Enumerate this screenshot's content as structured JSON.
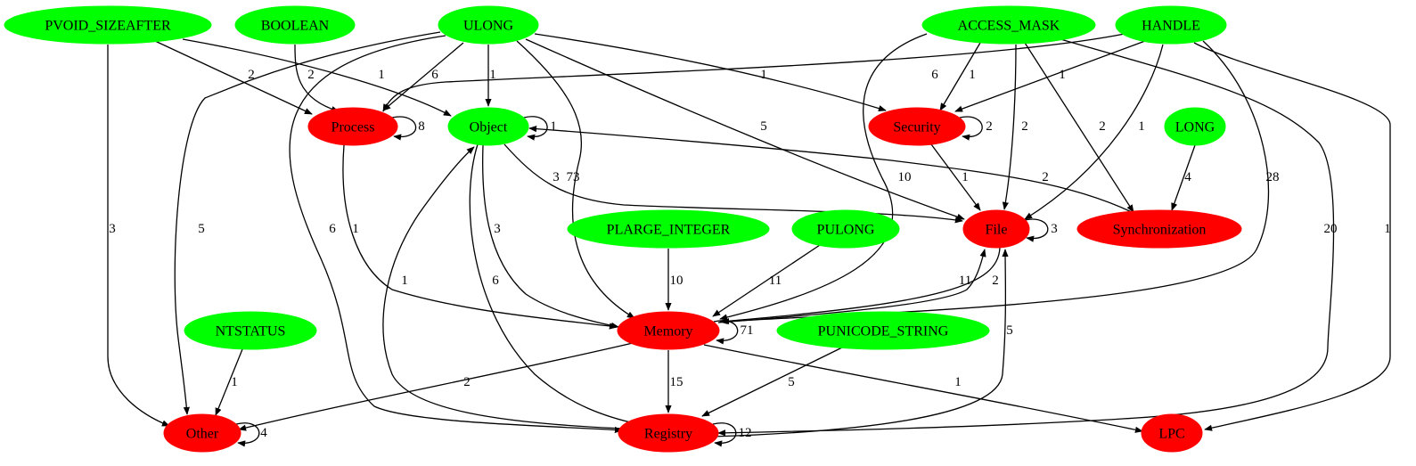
{
  "colors": {
    "type_node": "#00ff00",
    "category_node": "#ff0000",
    "edge": "#000000"
  },
  "nodes": [
    {
      "id": "PVOID_SIZEAFTER",
      "label": "PVOID_SIZEAFTER",
      "kind": "type"
    },
    {
      "id": "BOOLEAN",
      "label": "BOOLEAN",
      "kind": "type"
    },
    {
      "id": "ULONG",
      "label": "ULONG",
      "kind": "type"
    },
    {
      "id": "ACCESS_MASK",
      "label": "ACCESS_MASK",
      "kind": "type"
    },
    {
      "id": "HANDLE",
      "label": "HANDLE",
      "kind": "type"
    },
    {
      "id": "Process",
      "label": "Process",
      "kind": "category"
    },
    {
      "id": "Object",
      "label": "Object",
      "kind": "type"
    },
    {
      "id": "Security",
      "label": "Security",
      "kind": "category"
    },
    {
      "id": "LONG",
      "label": "LONG",
      "kind": "type"
    },
    {
      "id": "PLARGE_INTEGER",
      "label": "PLARGE_INTEGER",
      "kind": "type"
    },
    {
      "id": "PULONG",
      "label": "PULONG",
      "kind": "type"
    },
    {
      "id": "File",
      "label": "File",
      "kind": "category"
    },
    {
      "id": "Synchronization",
      "label": "Synchronization",
      "kind": "category"
    },
    {
      "id": "NTSTATUS",
      "label": "NTSTATUS",
      "kind": "type"
    },
    {
      "id": "Memory",
      "label": "Memory",
      "kind": "category"
    },
    {
      "id": "PUNICODE_STRING",
      "label": "PUNICODE_STRING",
      "kind": "type"
    },
    {
      "id": "Other",
      "label": "Other",
      "kind": "category"
    },
    {
      "id": "Registry",
      "label": "Registry",
      "kind": "category"
    },
    {
      "id": "LPC",
      "label": "LPC",
      "kind": "category"
    }
  ],
  "edges": [
    {
      "from": "PVOID_SIZEAFTER",
      "to": "Process",
      "label": "2"
    },
    {
      "from": "PVOID_SIZEAFTER",
      "to": "Object",
      "label": "1"
    },
    {
      "from": "PVOID_SIZEAFTER",
      "to": "Other",
      "label": "3"
    },
    {
      "from": "BOOLEAN",
      "to": "Process",
      "label": "2"
    },
    {
      "from": "ULONG",
      "to": "Process",
      "label": "6"
    },
    {
      "from": "ULONG",
      "to": "Object",
      "label": "1"
    },
    {
      "from": "ULONG",
      "to": "Security",
      "label": "1"
    },
    {
      "from": "ULONG",
      "to": "File",
      "label": "5"
    },
    {
      "from": "ULONG",
      "to": "Memory",
      "label": "73"
    },
    {
      "from": "ULONG",
      "to": "Other",
      "label": "5"
    },
    {
      "from": "ULONG",
      "to": "Registry",
      "label": "6"
    },
    {
      "from": "ACCESS_MASK",
      "to": "Security",
      "label": "1"
    },
    {
      "from": "ACCESS_MASK",
      "to": "File",
      "label": "2"
    },
    {
      "from": "ACCESS_MASK",
      "to": "Synchronization",
      "label": "2"
    },
    {
      "from": "ACCESS_MASK",
      "to": "Memory",
      "label": "10"
    },
    {
      "from": "ACCESS_MASK",
      "to": "Registry",
      "label": "20"
    },
    {
      "from": "HANDLE",
      "to": "Process",
      "label": "6"
    },
    {
      "from": "HANDLE",
      "to": "Security",
      "label": "1"
    },
    {
      "from": "HANDLE",
      "to": "File",
      "label": "1"
    },
    {
      "from": "HANDLE",
      "to": "Memory",
      "label": "28"
    },
    {
      "from": "HANDLE",
      "to": "LPC",
      "label": "1"
    },
    {
      "from": "Process",
      "to": "Process",
      "label": "8"
    },
    {
      "from": "Process",
      "to": "Memory",
      "label": "1"
    },
    {
      "from": "Object",
      "to": "Object",
      "label": "1"
    },
    {
      "from": "Object",
      "to": "File",
      "label": "3"
    },
    {
      "from": "Object",
      "to": "Memory",
      "label": "3"
    },
    {
      "from": "Object",
      "to": "Registry",
      "label": "6"
    },
    {
      "from": "Synchronization",
      "to": "Object",
      "label": "2"
    },
    {
      "from": "Security",
      "to": "Security",
      "label": "2"
    },
    {
      "from": "Security",
      "to": "File",
      "label": "1"
    },
    {
      "from": "LONG",
      "to": "Synchronization",
      "label": "4"
    },
    {
      "from": "File",
      "to": "File",
      "label": "3"
    },
    {
      "from": "File",
      "to": "Memory",
      "label": "2"
    },
    {
      "from": "Memory",
      "to": "File",
      "label": "11"
    },
    {
      "from": "PLARGE_INTEGER",
      "to": "Memory",
      "label": "10"
    },
    {
      "from": "PULONG",
      "to": "Memory",
      "label": "11"
    },
    {
      "from": "Memory",
      "to": "Memory",
      "label": "71"
    },
    {
      "from": "Memory",
      "to": "Other",
      "label": "2"
    },
    {
      "from": "Memory",
      "to": "Registry",
      "label": "15"
    },
    {
      "from": "Memory",
      "to": "LPC",
      "label": "1"
    },
    {
      "from": "NTSTATUS",
      "to": "Other",
      "label": "1"
    },
    {
      "from": "Other",
      "to": "Other",
      "label": "4"
    },
    {
      "from": "PUNICODE_STRING",
      "to": "Registry",
      "label": "5"
    },
    {
      "from": "Registry",
      "to": "Registry",
      "label": "12"
    },
    {
      "from": "Registry",
      "to": "Object",
      "label": "1"
    },
    {
      "from": "Registry",
      "to": "File",
      "label": "5"
    }
  ]
}
